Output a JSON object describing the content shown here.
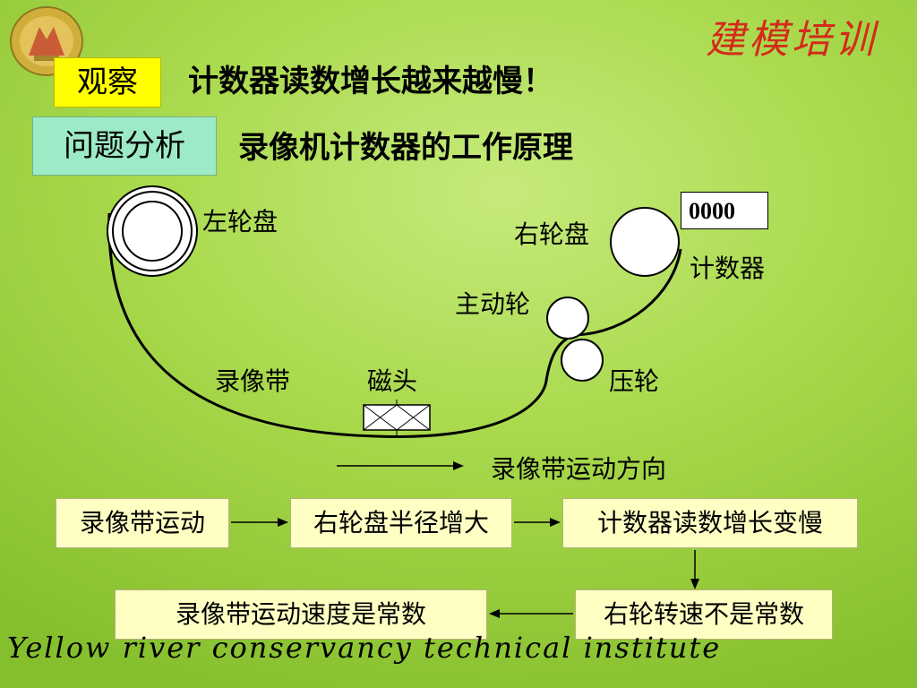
{
  "brand": "建模培训",
  "observe": {
    "tag": "观察",
    "text": "计数器读数增长越来越慢！"
  },
  "analysis": {
    "tag": "问题分析",
    "text": "录像机计数器的工作原理"
  },
  "diagram": {
    "left_reel": "左轮盘",
    "right_reel": "右轮盘",
    "counter_value": "0000",
    "counter_label": "计数器",
    "capstan": "主动轮",
    "pinch_roller": "压轮",
    "tape": "录像带",
    "head": "磁头",
    "direction": "录像带运动方向"
  },
  "flow": {
    "step1": "录像带运动",
    "step2": "右轮盘半径增大",
    "step3": "计数器读数增长变慢",
    "step4": "右轮转速不是常数",
    "step5": "录像带运动速度是常数"
  },
  "footer": "Yellow river conservancy technical institute",
  "colors": {
    "background": "#a9d94c",
    "observe_tag": "#ffff00",
    "analysis_tag": "#9deac6",
    "flow_box": "#ffffc4",
    "brand": "#d42a1a"
  }
}
